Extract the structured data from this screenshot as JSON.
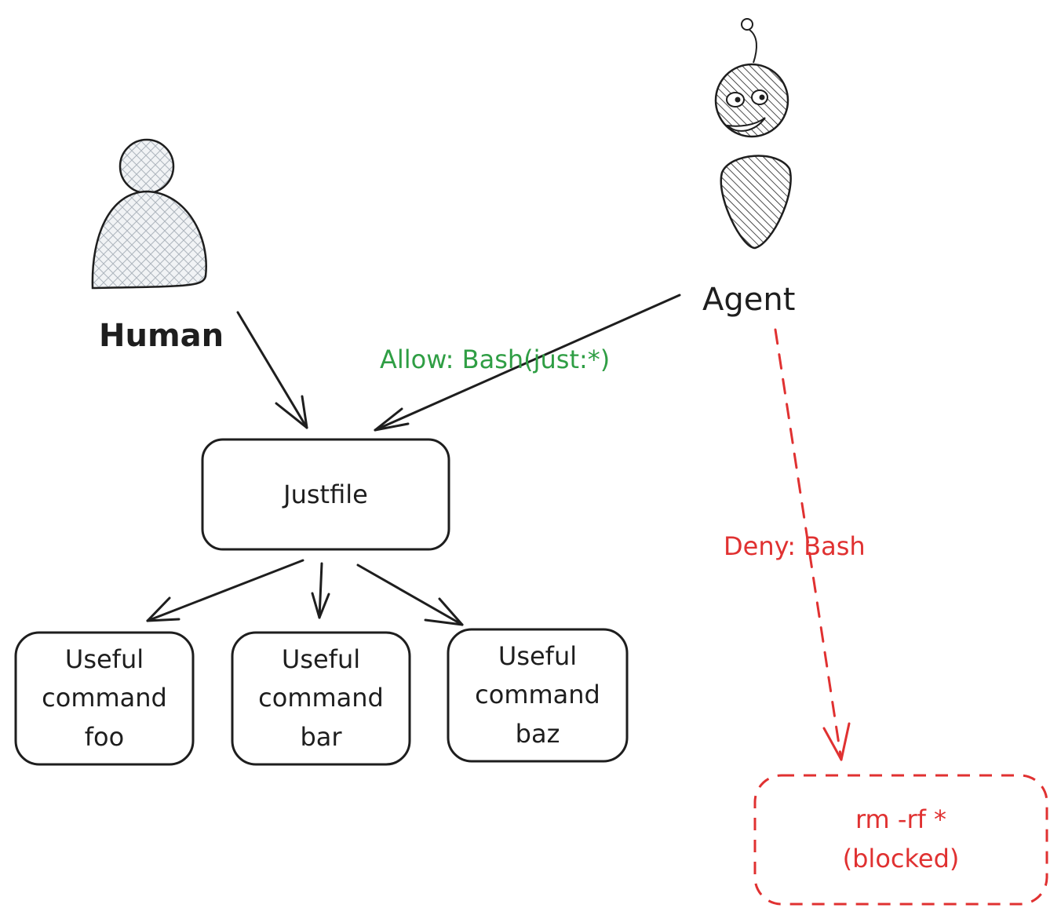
{
  "actors": {
    "human": {
      "label": "Human"
    },
    "agent": {
      "label": "Agent"
    }
  },
  "edges": {
    "allow": {
      "label": "Allow: Bash(just:*)"
    },
    "deny": {
      "label": "Deny: Bash"
    }
  },
  "nodes": {
    "justfile": {
      "label": "Justfile"
    },
    "foo": {
      "lines": [
        "Useful",
        "command",
        "foo"
      ]
    },
    "bar": {
      "lines": [
        "Useful",
        "command",
        "bar"
      ]
    },
    "baz": {
      "lines": [
        "Useful",
        "command",
        "baz"
      ]
    },
    "blocked": {
      "lines": [
        "rm -rf *",
        "(blocked)"
      ]
    }
  },
  "colors": {
    "ink": "#1e1e1e",
    "allow": "#2f9e44",
    "deny": "#e03131",
    "human_fill": "#e9ecef"
  }
}
